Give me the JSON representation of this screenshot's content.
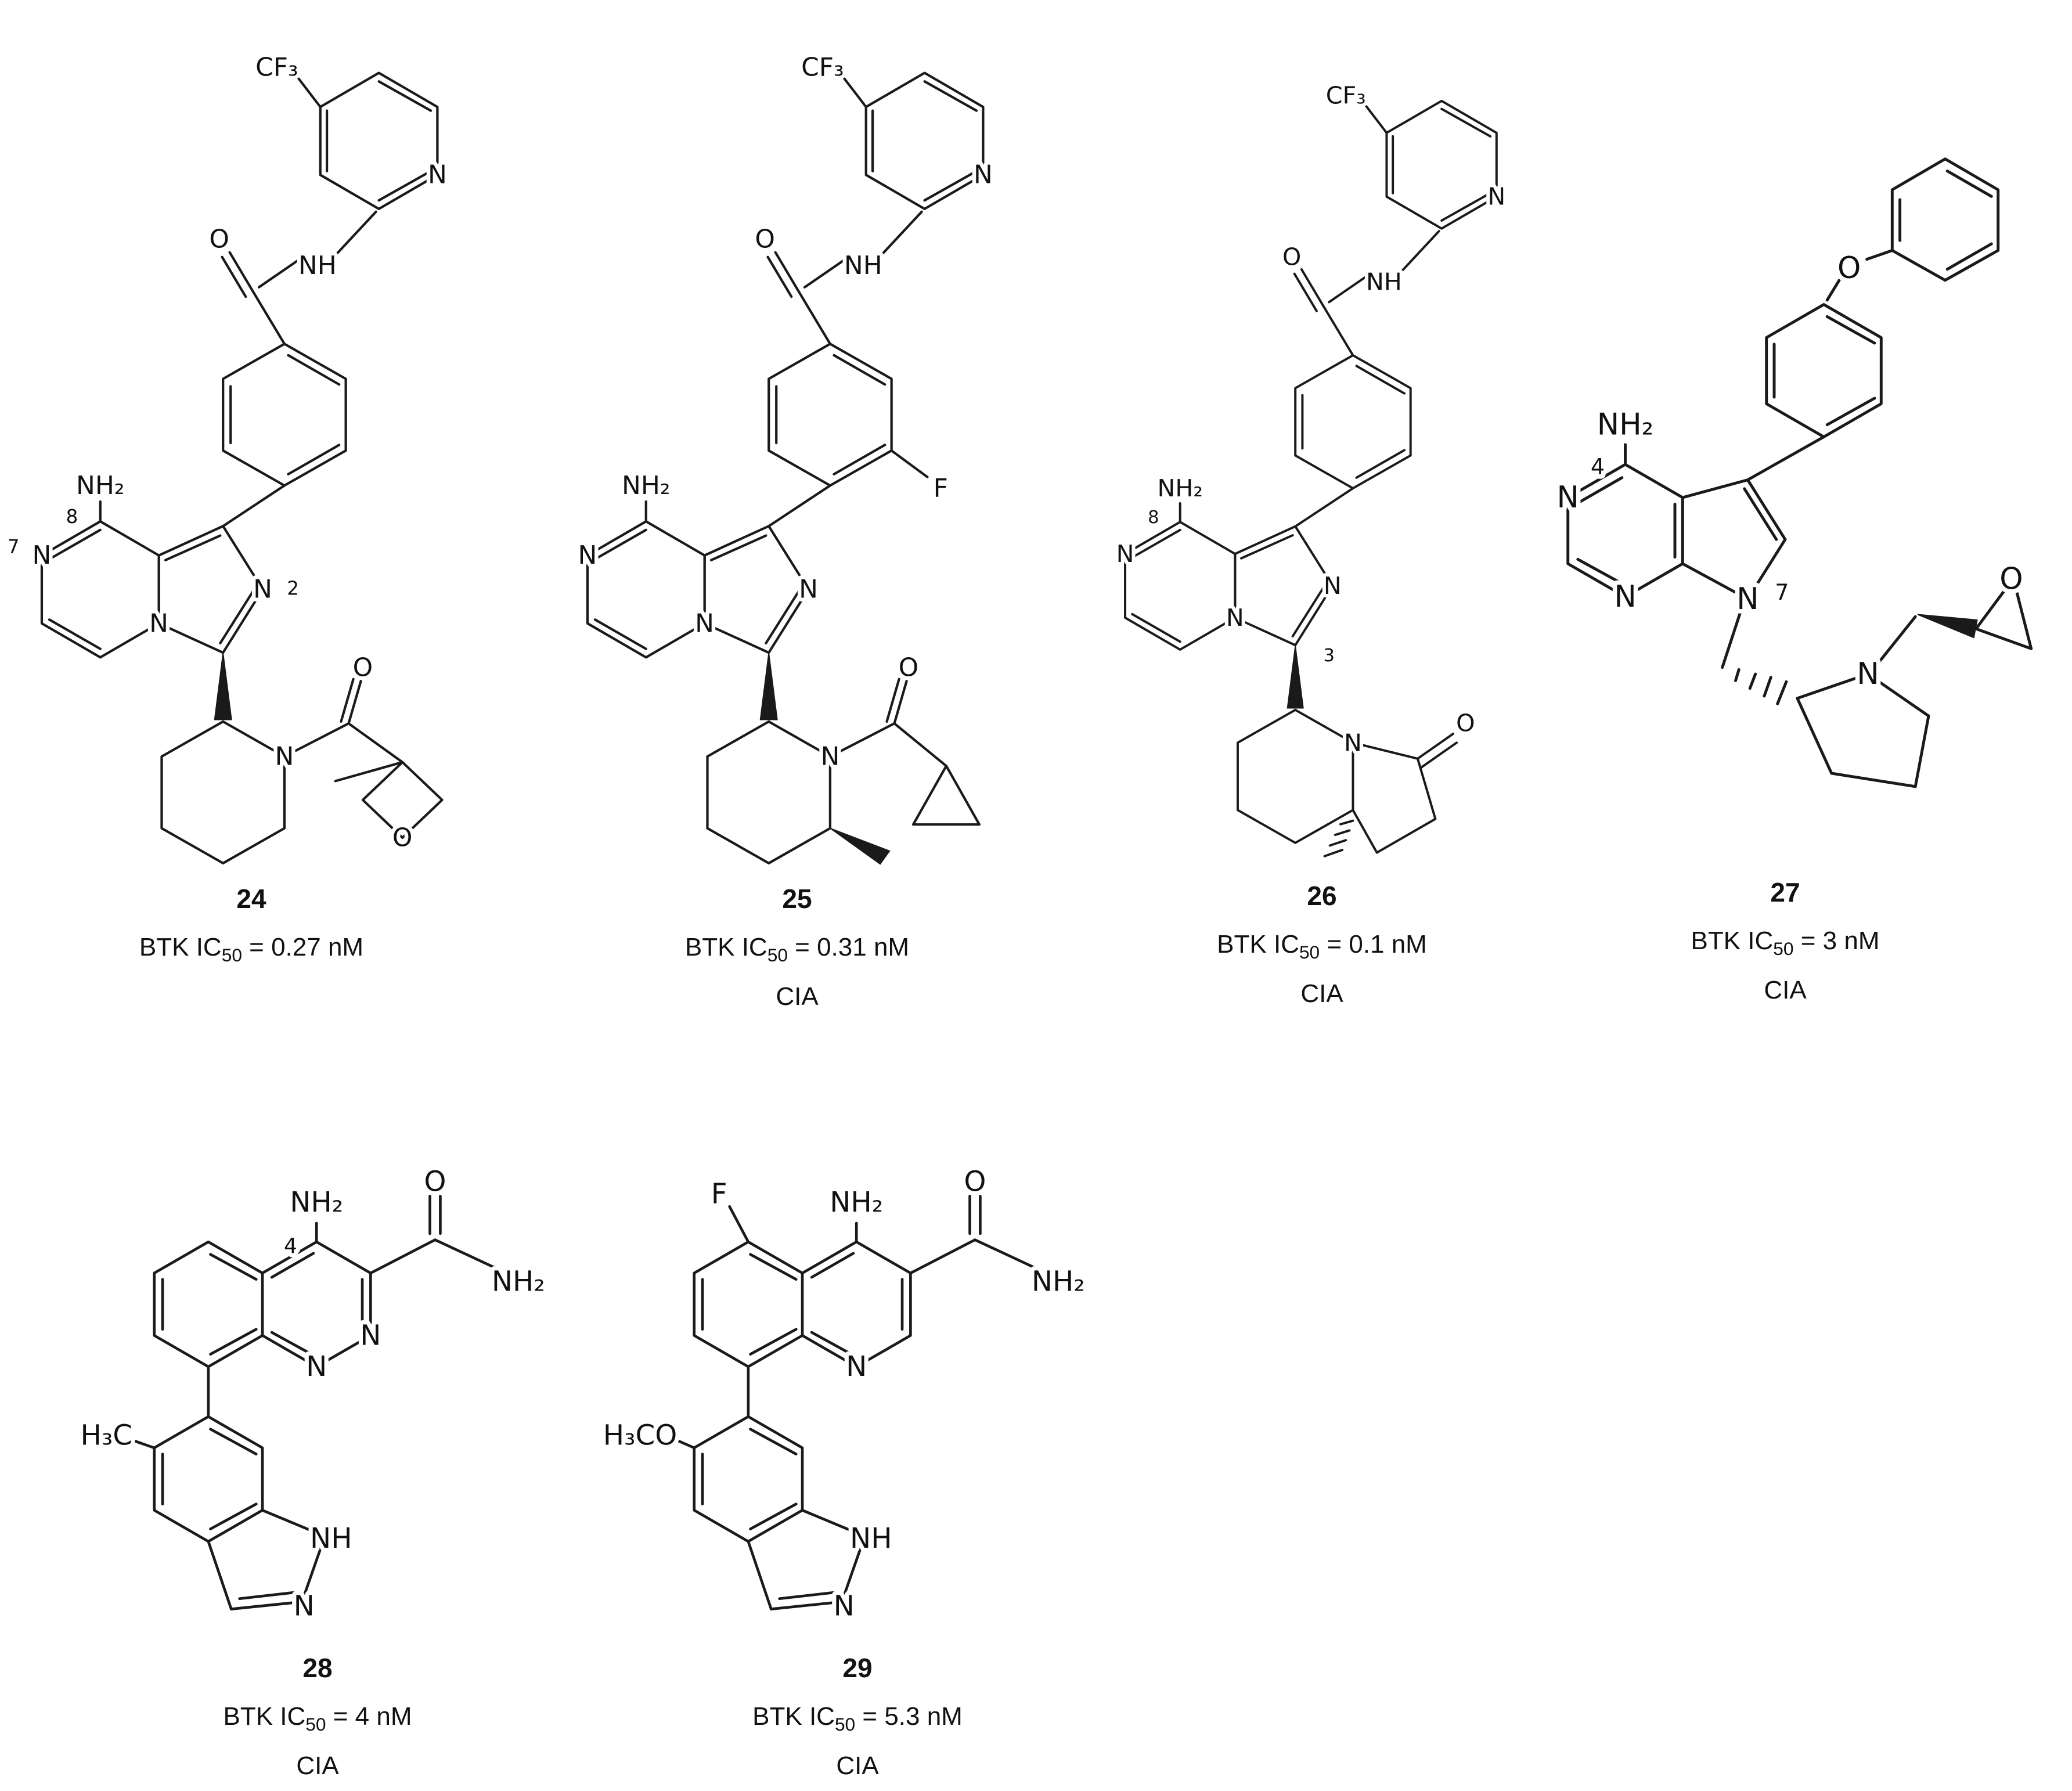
{
  "compounds": [
    {
      "number": "24",
      "assay": {
        "prefix": "BTK IC",
        "sub": "50",
        "suffix": " = 0.27 nM"
      },
      "model": "",
      "atoms": {
        "cf3": "CF₃",
        "n_pyridine": "N",
        "nh": "NH",
        "o_amide": "O",
        "nh2": "NH₂",
        "pos8": "8",
        "pos7": "7",
        "n7": "N",
        "n_bridge": "N",
        "n2": "N",
        "pos2": "2",
        "n_piperidine": "N",
        "o_acyl": "O",
        "o_oxetane": "O"
      }
    },
    {
      "number": "25",
      "assay": {
        "prefix": "BTK IC",
        "sub": "50",
        "suffix": " = 0.31 nM"
      },
      "model": "CIA",
      "atoms": {
        "cf3": "CF₃",
        "n_pyridine": "N",
        "nh": "NH",
        "o_amide": "O",
        "nh2": "NH₂",
        "n7": "N",
        "n_bridge": "N",
        "n2": "N",
        "f": "F",
        "n_piperidine": "N",
        "o_acyl": "O"
      }
    },
    {
      "number": "26",
      "assay": {
        "prefix": "BTK IC",
        "sub": "50",
        "suffix": " = 0.1 nM"
      },
      "model": "CIA",
      "atoms": {
        "cf3": "CF₃",
        "n_pyridine": "N",
        "nh": "NH",
        "o_amide": "O",
        "nh2": "NH₂",
        "pos8": "8",
        "n7": "N",
        "n_bridge": "N",
        "n2": "N",
        "pos3": "3",
        "n_lactam": "N",
        "o_lactam": "O"
      }
    },
    {
      "number": "27",
      "assay": {
        "prefix": "BTK IC",
        "sub": "50",
        "suffix": " = 3 nM"
      },
      "model": "CIA",
      "atoms": {
        "o_phenoxy": "O",
        "nh2": "NH₂",
        "pos4": "4",
        "n3": "N",
        "n1": "N",
        "n7": "N",
        "pos7": "7",
        "n_pyrrolidine": "N",
        "o_epoxide": "O"
      }
    },
    {
      "number": "28",
      "assay": {
        "prefix": "BTK IC",
        "sub": "50",
        "suffix": " = 4 nM"
      },
      "model": "CIA",
      "atoms": {
        "nh2_amine": "NH₂",
        "pos4": "4",
        "o_amide": "O",
        "nh2_amide": "NH₂",
        "n2": "N",
        "n1": "N",
        "h3c": "H₃C",
        "nh_indazole": "NH",
        "n_indazole": "N"
      }
    },
    {
      "number": "29",
      "assay": {
        "prefix": "BTK IC",
        "sub": "50",
        "suffix": " = 5.3 nM"
      },
      "model": "CIA",
      "atoms": {
        "f": "F",
        "nh2_amine": "NH₂",
        "o_amide": "O",
        "nh2_amide": "NH₂",
        "n1": "N",
        "h3co": "H₃CO",
        "nh_indazole": "NH",
        "n_indazole": "N"
      }
    }
  ]
}
